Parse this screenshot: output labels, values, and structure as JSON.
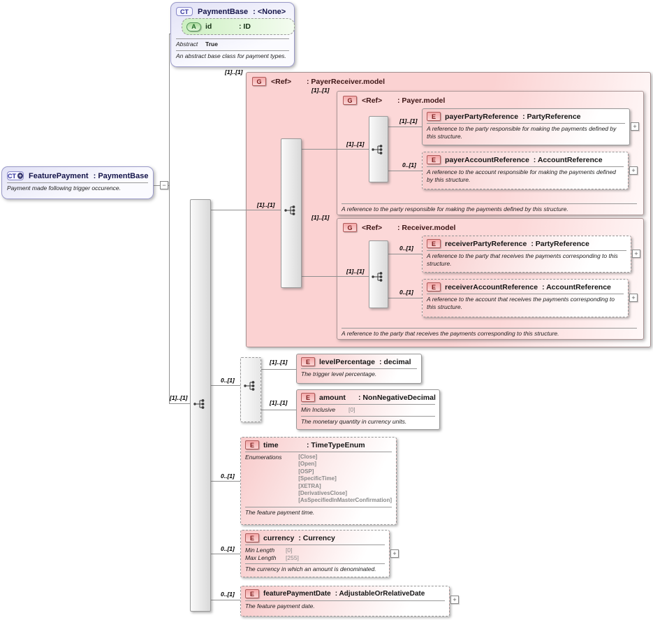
{
  "colors": {
    "group_pink": "#fbd2d2",
    "element_pink": "#f8caca",
    "complex_type_lavender": "#e2e2f6",
    "attribute_green": "#cdf0c2",
    "badge_red_border": "#b05a5a",
    "connector_gray": "#909090"
  },
  "icons": {
    "expand": "+",
    "collapse": "−",
    "sequence": "sequence-icon"
  },
  "cardinality": {
    "required": "[1]..[1]",
    "optional": "0..[1]"
  },
  "payment_base": {
    "badge": "CT",
    "name": "PaymentBase",
    "type": ": <None>",
    "attribute": {
      "badge": "A",
      "name": "id",
      "type": ": ID"
    },
    "abstract_label": "Abstract",
    "abstract_value": "True",
    "annotation": "An abstract base class for payment types."
  },
  "feature_payment": {
    "badge": "CT",
    "name": "FeaturePayment",
    "type": ": PaymentBase",
    "annotation": "Payment made following trigger occurence."
  },
  "payer_receiver_group": {
    "badge": "G",
    "name": "<Ref>",
    "type": ": PayerReceiver.model"
  },
  "payer_group": {
    "badge": "G",
    "name": "<Ref>",
    "type": ": Payer.model",
    "annotation": "A reference to the party responsible for making the payments defined by this structure."
  },
  "receiver_group": {
    "badge": "G",
    "name": "<Ref>",
    "type": ": Receiver.model",
    "annotation": "A reference to the party that receives the payments corresponding to this structure."
  },
  "payer_party_reference": {
    "badge": "E",
    "name": "payerPartyReference",
    "type": ": PartyReference",
    "annotation": "A reference to the party responsible for making the payments defined by this structure."
  },
  "payer_account_reference": {
    "badge": "E",
    "name": "payerAccountReference",
    "type": ": AccountReference",
    "annotation": "A reference to the account responsible for making the payments defined by this structure."
  },
  "receiver_party_reference": {
    "badge": "E",
    "name": "receiverPartyReference",
    "type": ": PartyReference",
    "annotation": "A reference to the party that receives the payments corresponding to this structure."
  },
  "receiver_account_reference": {
    "badge": "E",
    "name": "receiverAccountReference",
    "type": ": AccountReference",
    "annotation": "A reference to the account that receives the payments corresponding to this structure."
  },
  "level_percentage": {
    "badge": "E",
    "name": "levelPercentage",
    "type": ": decimal",
    "annotation": "The trigger level percentage."
  },
  "amount": {
    "badge": "E",
    "name": "amount",
    "type": ": NonNegativeDecimal",
    "facet_label": "Min Inclusive",
    "facet_value": "[0]",
    "annotation": "The monetary quantity in currency units."
  },
  "time": {
    "badge": "E",
    "name": "time",
    "type": ": TimeTypeEnum",
    "enum_label": "Enumerations",
    "enums": [
      "[Close]",
      "[Open]",
      "[OSP]",
      "[SpecificTime]",
      "[XETRA]",
      "[DerivativesClose]",
      "[AsSpecifiedInMasterConfirmation]"
    ],
    "annotation": "The feature payment time."
  },
  "currency": {
    "badge": "E",
    "name": "currency",
    "type": ": Currency",
    "min_label": "Min Length",
    "min_value": "[0]",
    "max_label": "Max Length",
    "max_value": "[255]",
    "annotation": "The currency in which an amount is denominated."
  },
  "feature_payment_date": {
    "badge": "E",
    "name": "featurePaymentDate",
    "type": ": AdjustableOrRelativeDate",
    "annotation": "The feature payment date."
  }
}
